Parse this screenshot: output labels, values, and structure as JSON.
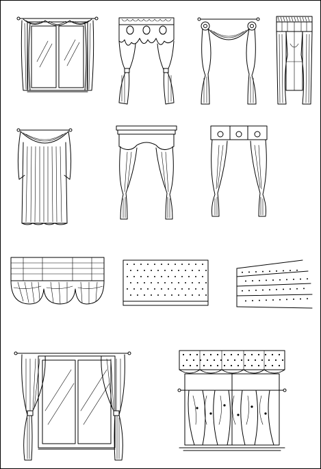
{
  "sheet": {
    "background": "#ffffff",
    "line_color": "#000000",
    "frame_color": "#000000"
  },
  "items": [
    {
      "name": "window-swag-valance-drapes",
      "kind": "drapery"
    },
    {
      "name": "ruffled-valance-tieback-drapes",
      "kind": "drapery"
    },
    {
      "name": "rosette-swag-drapes",
      "kind": "drapery"
    },
    {
      "name": "box-pleat-valance-drapes",
      "kind": "drapery"
    },
    {
      "name": "swag-scarf-drapes",
      "kind": "drapery"
    },
    {
      "name": "cornice-shaped-valance-drapes",
      "kind": "drapery"
    },
    {
      "name": "tab-valance-tieback-drapes",
      "kind": "drapery"
    },
    {
      "name": "balloon-shade",
      "kind": "shade"
    },
    {
      "name": "dotted-roman-shade",
      "kind": "shade"
    },
    {
      "name": "dotted-slanted-shade",
      "kind": "shade"
    },
    {
      "name": "sliding-window-tieback-drapes",
      "kind": "drapery"
    },
    {
      "name": "patterned-valance-sheer-panels",
      "kind": "drapery"
    }
  ]
}
